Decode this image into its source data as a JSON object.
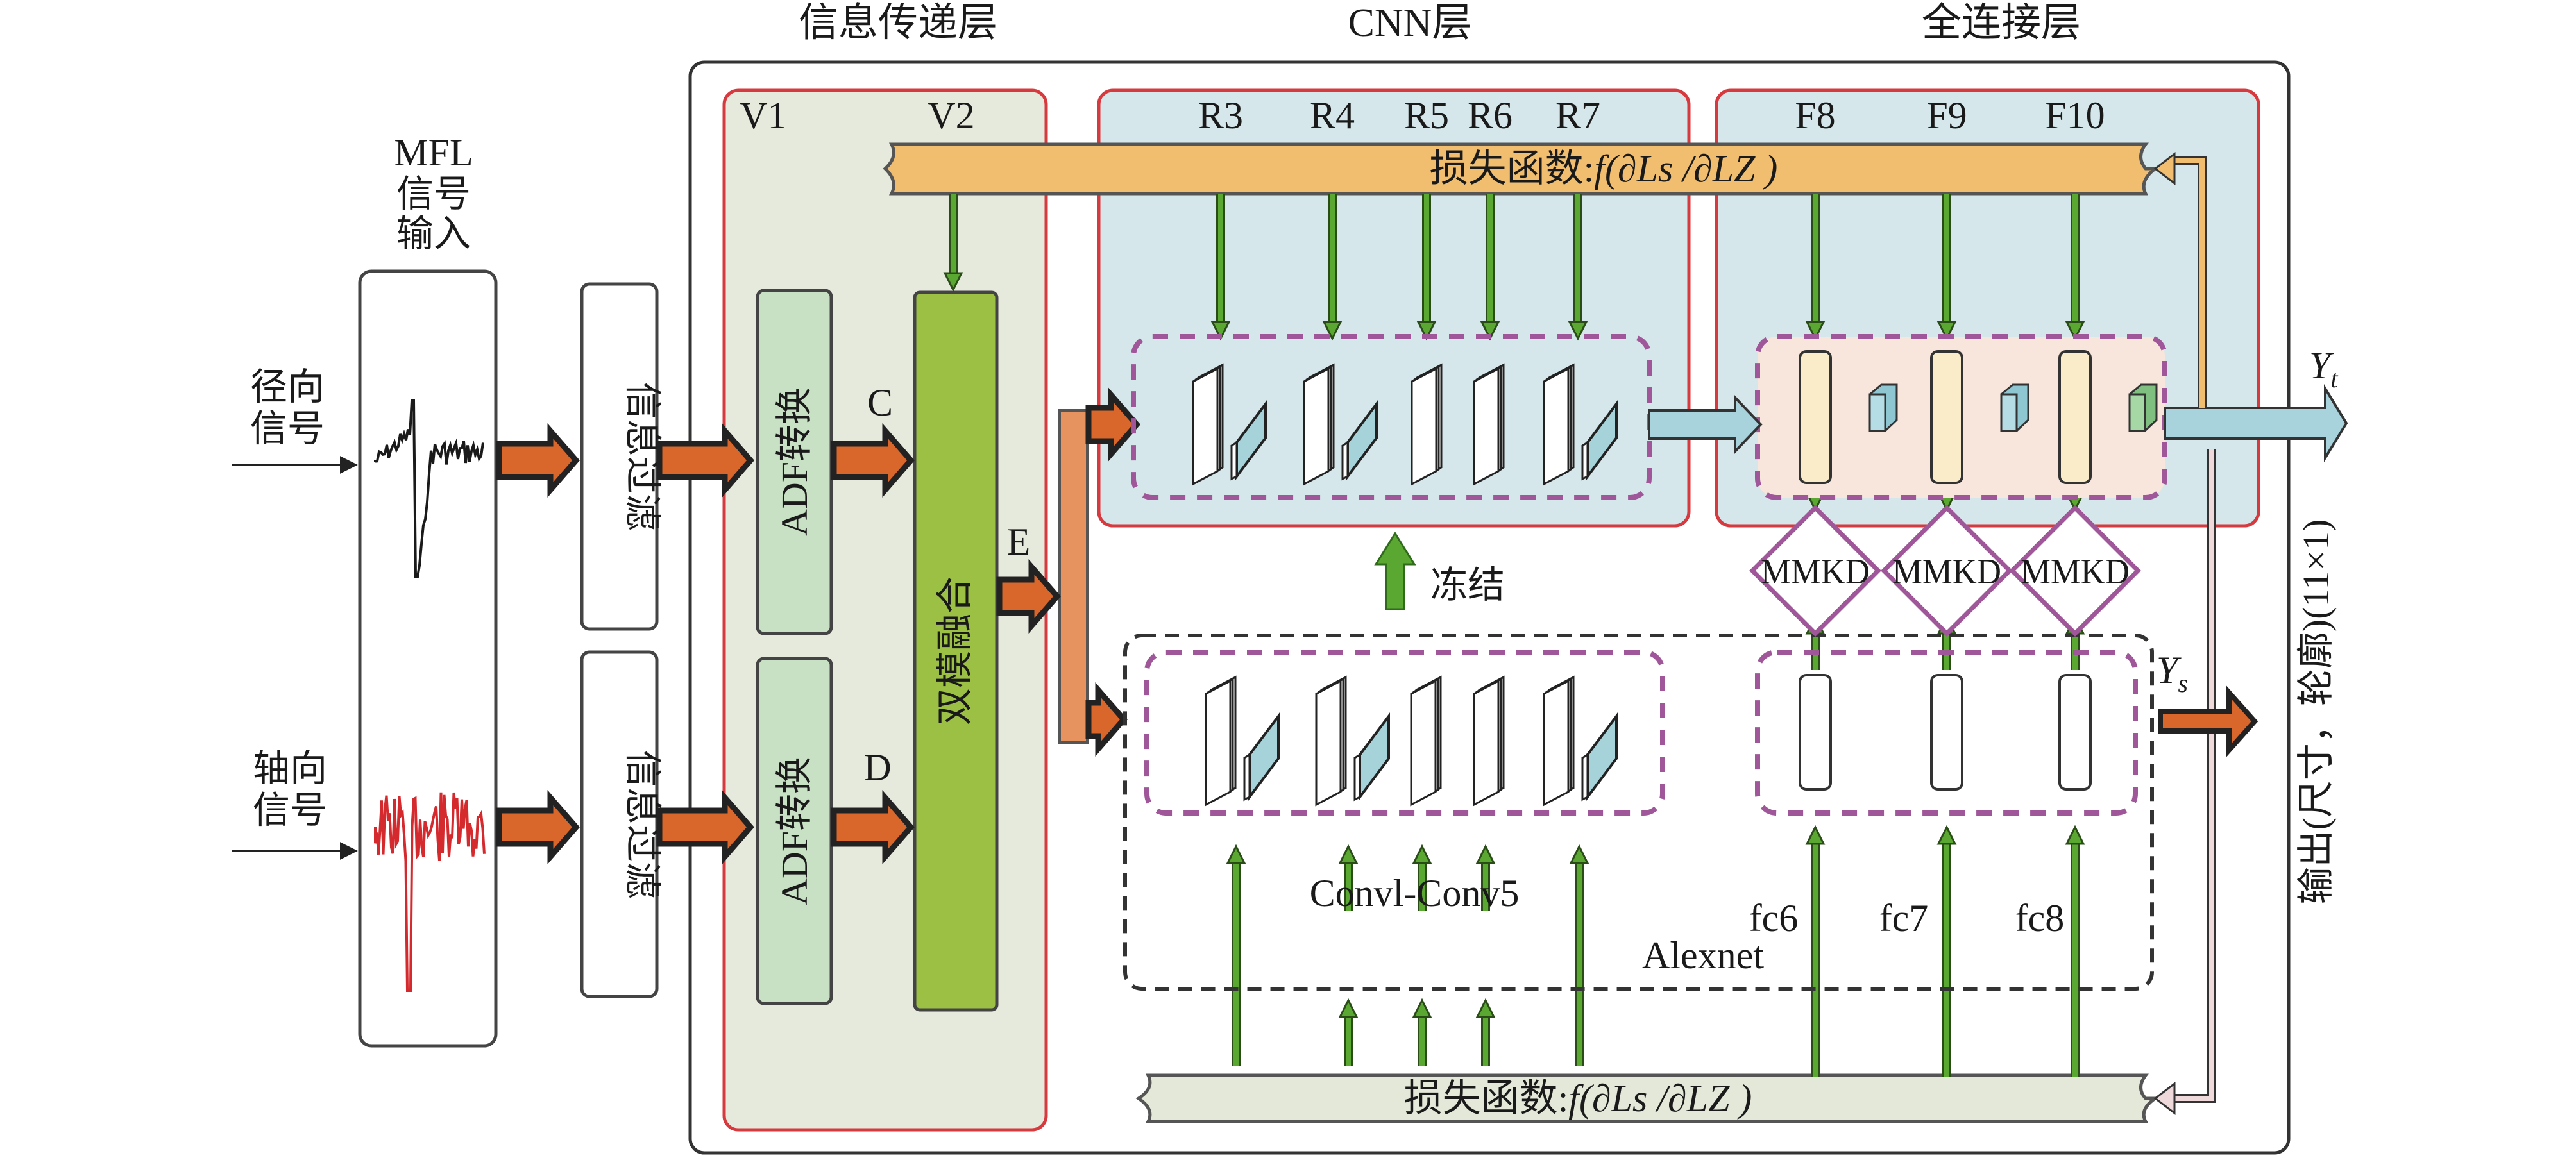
{
  "headers": {
    "info_layer": "信息传递层",
    "cnn_layer": "CNN层",
    "fc_layer": "全连接层"
  },
  "input": {
    "title_line1": "MFL",
    "title_line2": "信号",
    "title_line3": "输入",
    "radial_line1": "径向",
    "radial_line2": "信号",
    "axial_line1": "轴向",
    "axial_line2": "信号"
  },
  "filters": {
    "top": "信息过滤",
    "bottom": "信息过滤"
  },
  "info_panel": {
    "v1": "V1",
    "v2": "V2",
    "adf_top": "ADF转换",
    "adf_bottom": "ADF转换",
    "fusion": "双模融合",
    "c": "C",
    "d": "D",
    "e": "E"
  },
  "cnn_panel": {
    "layers": [
      "R3",
      "R4",
      "R5",
      "R6",
      "R7"
    ]
  },
  "fc_panel": {
    "layers": [
      "F8",
      "F9",
      "F10"
    ]
  },
  "loss": {
    "top_prefix": "损失函数:",
    "top_formula": "f(∂Ls /∂LZ )",
    "bottom_prefix": "损失函数:",
    "bottom_formula": "f(∂Ls /∂LZ )"
  },
  "freeze": "冻结",
  "mmkd": [
    "MMKD",
    "MMKD",
    "MMKD"
  ],
  "alexnet": {
    "name": "Alexnet",
    "conv_label": "Convl-Conv5",
    "fc_labels": [
      "fc6",
      "fc7",
      "fc8"
    ]
  },
  "outputs": {
    "yt": "Y",
    "yt_sub": "t",
    "ys": "Y",
    "ys_sub": "s",
    "vertical": "输出(尺寸，轮廓)(11×1)"
  },
  "colors": {
    "panel_green": "#e6eadc",
    "panel_blue": "#d5e7ea",
    "panel_border": "#d63a3f",
    "loss_top": "#f0be6e",
    "loss_bottom": "#e3e8d8",
    "adf": "#c8e0c4",
    "fusion": "#9bc043",
    "orange_arrow": "#d9662a",
    "orange_bar": "#e6935f",
    "green_arrow": "#5aa832",
    "dash_purple": "#a0579a",
    "fc_inner": "#f8e6dc",
    "cyan_plate": "#a6d3da",
    "cream_bar": "#fbecc9",
    "radial_signal": "#1a1a1a",
    "axial_signal": "#d42a2e"
  }
}
